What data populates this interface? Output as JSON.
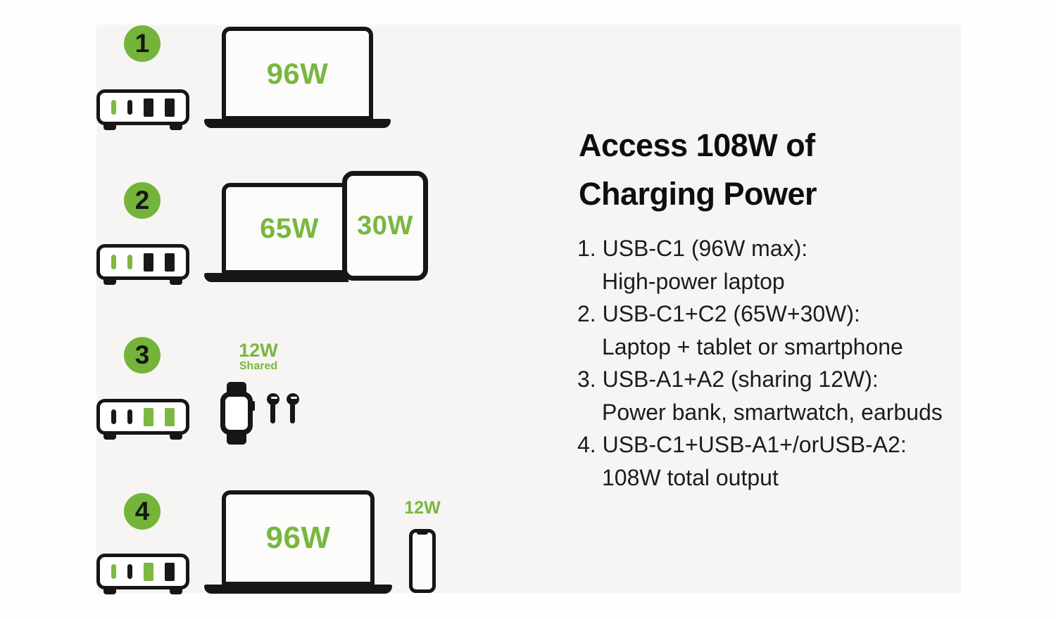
{
  "colors": {
    "page_bg": "#fefefe",
    "panel_bg": "#f6f5f3",
    "accent_green": "#74b43a",
    "label_green": "#79b740",
    "port_green": "#7db843",
    "icon_black": "#161616"
  },
  "scenarios": [
    {
      "number": "1",
      "charger_ports": [
        {
          "name": "C1",
          "type": "usb-c",
          "active": true
        },
        {
          "name": "C2",
          "type": "usb-c",
          "active": false
        },
        {
          "name": "A1",
          "type": "usb-a",
          "active": false
        },
        {
          "name": "A2",
          "type": "usb-a",
          "active": false
        }
      ],
      "devices": [
        {
          "type": "laptop",
          "label": "96W"
        }
      ]
    },
    {
      "number": "2",
      "charger_ports": [
        {
          "name": "C1",
          "type": "usb-c",
          "active": true
        },
        {
          "name": "C2",
          "type": "usb-c",
          "active": true
        },
        {
          "name": "A1",
          "type": "usb-a",
          "active": false
        },
        {
          "name": "A2",
          "type": "usb-a",
          "active": false
        }
      ],
      "devices": [
        {
          "type": "laptop",
          "label": "65W"
        },
        {
          "type": "tablet",
          "label": "30W"
        }
      ]
    },
    {
      "number": "3",
      "shared_label": {
        "power": "12W",
        "note": "Shared"
      },
      "charger_ports": [
        {
          "name": "C1",
          "type": "usb-c",
          "active": false
        },
        {
          "name": "C2",
          "type": "usb-c",
          "active": false
        },
        {
          "name": "A1",
          "type": "usb-a",
          "active": true
        },
        {
          "name": "A2",
          "type": "usb-a",
          "active": true
        }
      ],
      "devices": [
        {
          "type": "smartwatch"
        },
        {
          "type": "earbuds"
        }
      ]
    },
    {
      "number": "4",
      "charger_ports": [
        {
          "name": "C1",
          "type": "usb-c",
          "active": true
        },
        {
          "name": "C2",
          "type": "usb-c",
          "active": false
        },
        {
          "name": "A1",
          "type": "usb-a",
          "active": true
        },
        {
          "name": "A2",
          "type": "usb-a",
          "active": false
        }
      ],
      "devices": [
        {
          "type": "laptop",
          "label": "96W"
        },
        {
          "type": "smartphone",
          "label": "12W"
        }
      ]
    }
  ],
  "info": {
    "title_line1": "Access 108W of",
    "title_line2": "Charging Power",
    "items": [
      {
        "head": "1. USB-C1 (96W max):",
        "detail": "High-power laptop"
      },
      {
        "head": "2. USB-C1+C2 (65W+30W):",
        "detail": "Laptop + tablet or smartphone"
      },
      {
        "head": "3. USB-A1+A2 (sharing 12W):",
        "detail": "Power bank, smartwatch, earbuds"
      },
      {
        "head": "4. USB-C1+USB-A1+/orUSB-A2:",
        "detail": "108W total output"
      }
    ]
  }
}
